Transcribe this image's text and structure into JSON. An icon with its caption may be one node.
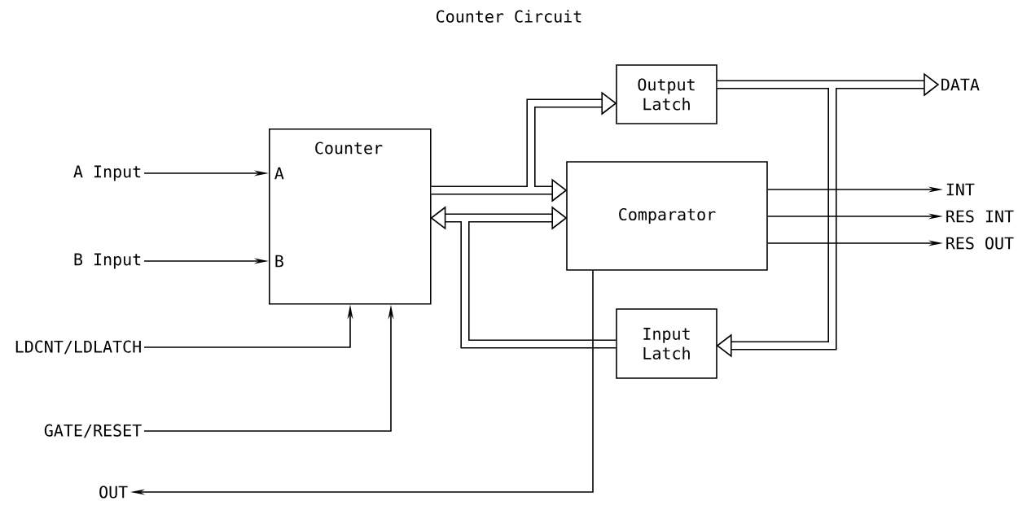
{
  "diagram": {
    "title": "Counter Circuit",
    "nodes": [
      {
        "text": [
          "Counter",
          "A",
          "B"
        ]
      },
      {
        "text": [
          "Output Latch"
        ]
      },
      {
        "text": [
          "Comparator"
        ]
      },
      {
        "text": [
          "Input Latch"
        ]
      },
      {
        "text": [
          "A Input"
        ]
      },
      {
        "text": [
          "B Input"
        ]
      },
      {
        "text": [
          "LDCNT/LDLATCH"
        ]
      },
      {
        "text": [
          "GATE/RESET"
        ]
      },
      {
        "text": [
          "OUT"
        ]
      },
      {
        "text": [
          "DATA"
        ]
      },
      {
        "text": [
          "INT"
        ]
      },
      {
        "text": [
          "RES INT"
        ]
      },
      {
        "text": [
          "RES OUT"
        ]
      }
    ],
    "edges": [
      {
        "from": 4,
        "to": 0,
        "arrow": "to"
      },
      {
        "from": 5,
        "to": 0,
        "arrow": "to"
      },
      {
        "from": 6,
        "to": 0,
        "arrow": "to"
      },
      {
        "from": 7,
        "to": 0,
        "arrow": "to"
      },
      {
        "from": 0,
        "to": 1,
        "arrow": "to",
        "style": "thick"
      },
      {
        "from": 0,
        "to": 2,
        "arrow": "to",
        "style": "thick"
      },
      {
        "from": 3,
        "to": 0,
        "arrow": "to",
        "style": "thick"
      },
      {
        "from": 3,
        "to": 2,
        "arrow": "to",
        "style": "thick"
      },
      {
        "from": 0,
        "to": 2,
        "arrow": "both",
        "style": "thick"
      },
      {
        "from": 1,
        "to": 3,
        "arrow": "to",
        "style": "thick"
      },
      {
        "from": 1,
        "to": 9,
        "arrow": "to",
        "style": "thick"
      },
      {
        "from": 2,
        "to": 8,
        "arrow": "to"
      },
      {
        "from": 2,
        "to": 10,
        "arrow": "to"
      },
      {
        "from": 2,
        "to": 11,
        "arrow": "to"
      },
      {
        "from": 2,
        "to": 12,
        "arrow": "to"
      }
    ]
  }
}
